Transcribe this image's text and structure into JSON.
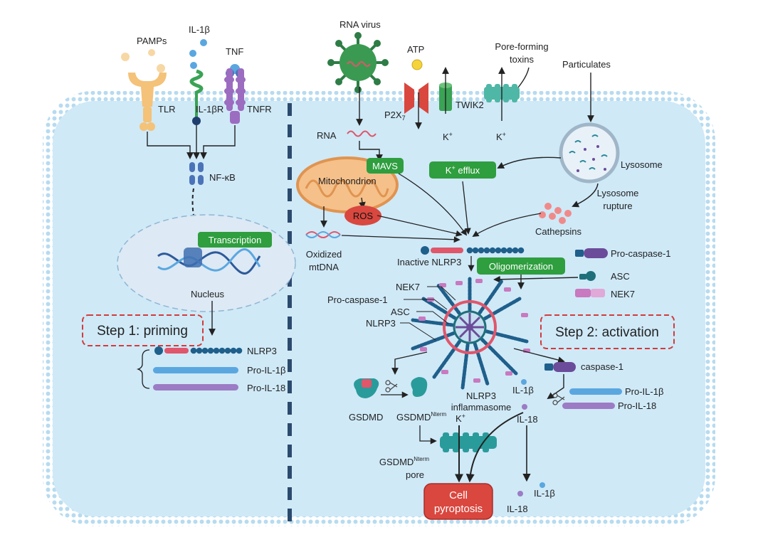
{
  "labels": {
    "pamps": "PAMPs",
    "il1b_top": "IL-1β",
    "tnf": "TNF",
    "tlr": "TLR",
    "il1br": "IL-1βR",
    "tnfr": "TNFR",
    "nfkb": "NF-κB",
    "transcription": "Transcription",
    "nucleus": "Nucleus",
    "step1": "Step 1: priming",
    "nlrp3_left": "NLRP3",
    "pro_il1b_left": "Pro-IL-1β",
    "pro_il18_left": "Pro-IL-18",
    "rna_virus": "RNA virus",
    "atp": "ATP",
    "pore_forming_toxins": "Pore-forming\ntoxins",
    "particulates": "Particulates",
    "p2x7": "P2X",
    "p2x7_sub": "7",
    "twik2": "TWIK2",
    "k_plus": "K",
    "plus": "+",
    "rna": "RNA",
    "mavs": "MAVS",
    "mitochondrion": "Mitochondrion",
    "k_efflux": "K",
    "k_efflux_rest": " efflux",
    "lysosome": "Lysosome",
    "lysosome_rupture": "Lysosome\nrupture",
    "ros": "ROS",
    "cathepsins": "Cathepsins",
    "oxidized_mtdna": "Oxidized\nmtDNA",
    "inactive_nlrp3": "Inactive NLRP3",
    "oligomerization": "Oligomerization",
    "legend_pro_caspase1": "Pro-caspase-1",
    "legend_asc": "ASC",
    "legend_nek7": "NEK7",
    "ann_nek7": "NEK7",
    "ann_pro_caspase1": "Pro-caspase-1",
    "ann_asc": "ASC",
    "ann_nlrp3": "NLRP3",
    "step2": "Step 2: activation",
    "caspase1": "caspase-1",
    "gsdmd": "GSDMD",
    "gsdmd_nterm": "GSDMD",
    "nterm_sup": "Nterm",
    "nlrp3_inflammasome": "NLRP3\ninflammasome",
    "il1b_mid": "IL-1β",
    "il18_mid": "IL-18",
    "pro_il1b_right": "Pro-IL-1β",
    "pro_il18_right": "Pro-IL-18",
    "gsdmd_pore": "GSDMD",
    "gsdmd_pore_sup": "Nterm",
    "pore": "pore",
    "cell_pyroptosis": "Cell\npyroptosis",
    "il1b_out": "IL-1β",
    "il18_out": "IL-18"
  },
  "colors": {
    "cell_fill": "#cfe9f7",
    "membrane": "#a9d3ec",
    "green_pill": "#2e9e3e",
    "red_box": "#d9473f",
    "nlrp3_dark": "#1f5f8b",
    "nlrp3_pink": "#e0566b",
    "pro_caspase_purple": "#6b4c9a",
    "nek7_pink": "#c879bf",
    "il18_purple": "#9c7cc4",
    "il1b_blue": "#5aa7e0",
    "dashed_red": "#d23b3b",
    "divider": "#2c4a6e"
  },
  "icons": [
    "receptor-tlr-icon",
    "receptor-il1br-icon",
    "receptor-tnfr-icon",
    "rna-virus-icon",
    "mitochondrion-icon",
    "lysosome-icon",
    "dna-helix-icon",
    "inflammasome-icon",
    "scissors-icon",
    "channel-icon"
  ]
}
